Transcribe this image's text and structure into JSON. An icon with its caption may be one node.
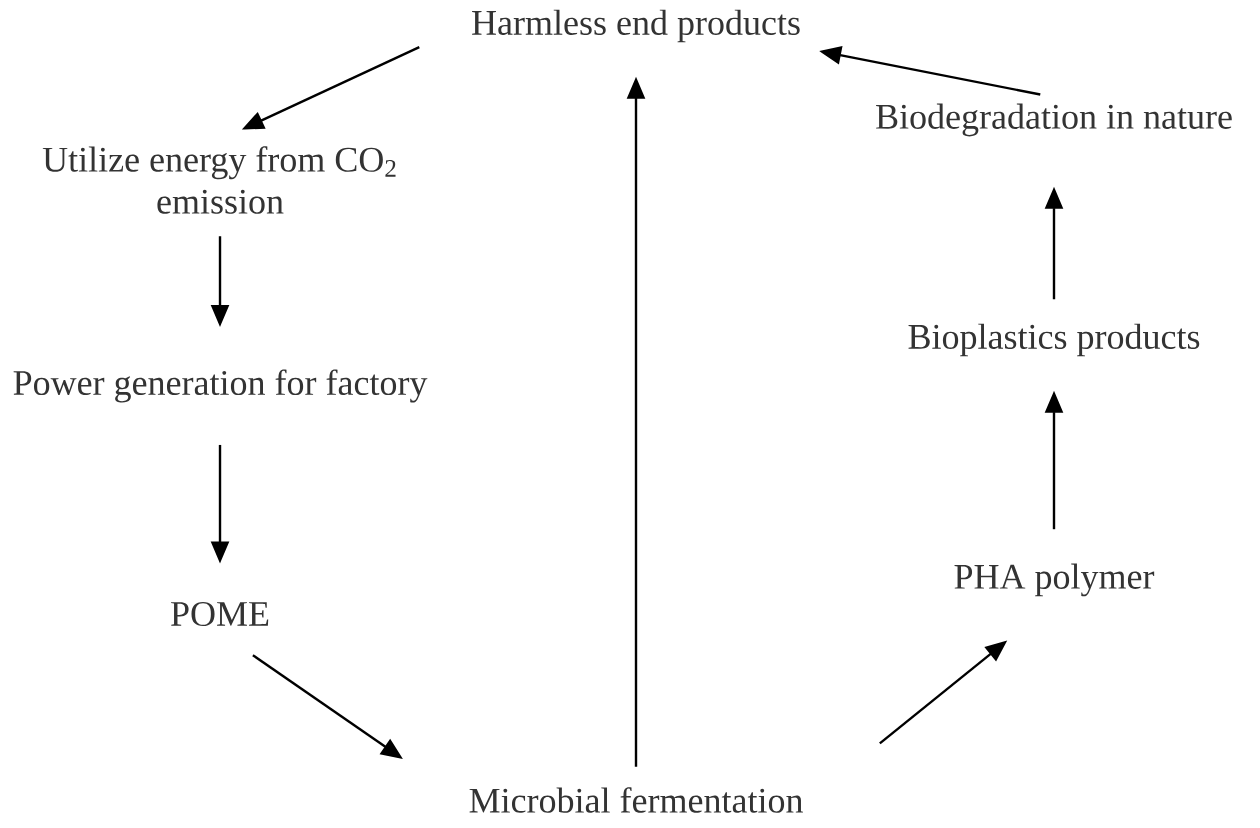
{
  "diagram": {
    "nodes": [
      {
        "text": [
          "Harmless end products"
        ]
      },
      {
        "text": [
          "Utilize energy from CO$_{2}$ emission"
        ]
      },
      {
        "text": [
          "Power generation for factory"
        ]
      },
      {
        "text": [
          "POME"
        ]
      },
      {
        "text": [
          "Microbial fermentation"
        ]
      },
      {
        "text": [
          "PHA polymer"
        ]
      },
      {
        "text": [
          "Bioplastics products"
        ]
      },
      {
        "text": [
          "Biodegradation in nature"
        ]
      }
    ],
    "edges": [
      {
        "from": 0,
        "to": 1,
        "arrow": "to"
      },
      {
        "from": 1,
        "to": 2,
        "arrow": "to"
      },
      {
        "from": 2,
        "to": 3,
        "arrow": "to"
      },
      {
        "from": 3,
        "to": 4,
        "arrow": "to"
      },
      {
        "from": 4,
        "to": 0,
        "arrow": "to"
      },
      {
        "from": 4,
        "to": 5,
        "arrow": "to"
      },
      {
        "from": 5,
        "to": 6,
        "arrow": "to"
      },
      {
        "from": 6,
        "to": 7,
        "arrow": "to"
      },
      {
        "from": 7,
        "to": 0,
        "arrow": "to"
      }
    ]
  }
}
